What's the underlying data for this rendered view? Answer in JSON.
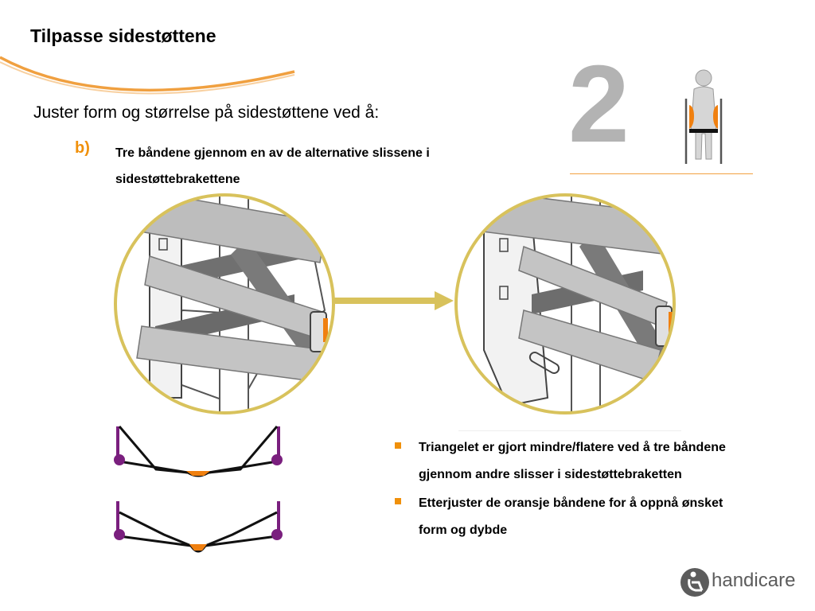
{
  "header": {
    "title": "Tilpasse sidestøttene"
  },
  "intro": {
    "text": "Juster form og størrelse på sidestøttene ved å:"
  },
  "step": {
    "marker": "b)",
    "text": "Tre båndene gjennom en av de alternative slissene i sidestøttebrakettene"
  },
  "step_badge": {
    "number": "2"
  },
  "bullets": [
    {
      "text": "Triangelet er gjort mindre/flatere ved å tre båndene gjennom andre slisser i sidestøttebraketten"
    },
    {
      "text": "Etterjuster de oransje båndene for å oppnå ønsket form og dybde"
    }
  ],
  "brand": {
    "logo_text": "handicare"
  },
  "colors": {
    "accent": "#f0900a",
    "purple": "#7a1f7e",
    "gold_ring": "#d8c25c",
    "gray_number": "#b3b3b3"
  }
}
